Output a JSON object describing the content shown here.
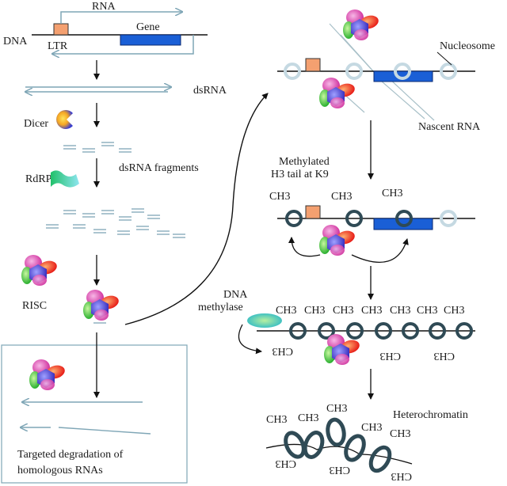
{
  "labels": {
    "rna": "RNA",
    "dna": "DNA",
    "ltr": "LTR",
    "gene": "Gene",
    "dsrna": "dsRNA",
    "dicer": "Dicer",
    "rdrp": "RdRP",
    "dsrna_fragments": "dsRNA fragments",
    "risc": "RISC",
    "targeted_1": "Targeted degradation of",
    "targeted_2": "homologous RNAs",
    "nucleosome": "Nucleosome",
    "nascent_rna": "Nascent RNA",
    "methylated_1": "Methylated",
    "methylated_2": "H3 tail at K9",
    "ch3": "CH3",
    "dna_methylase_1": "DNA",
    "dna_methylase_2": "methylase",
    "heterochromatin": "Heterochromatin"
  },
  "colors": {
    "ltr": "#f4a070",
    "gene": "#1a5fd6",
    "rna_strand": "#7fa6b6",
    "nucleosome_light": "#c5d9e2",
    "nucleosome_dark": "#2f4a55",
    "dicer": "#3a3fd0",
    "rdrp": "#3ecfb0",
    "methylase": "#4fd38f",
    "risc_pink": "#e15ab8",
    "risc_orange": "#f03a2a",
    "risc_green": "#4ec84a",
    "risc_purple": "#5a4fd6"
  }
}
